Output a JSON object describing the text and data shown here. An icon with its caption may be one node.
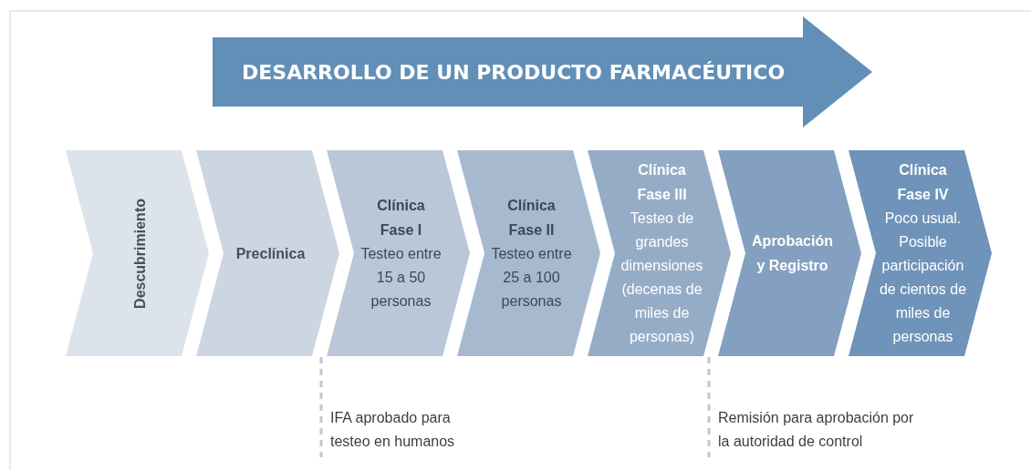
{
  "diagram": {
    "nodes": [
      {
        "text": [
          "DESARROLLO DE UN PRODUCTO FARMACÉUTICO"
        ]
      },
      {
        "text": [
          "Descubrimiento"
        ]
      },
      {
        "text": [
          "Preclínica"
        ]
      },
      {
        "text": [
          "Clínica Fase I",
          "Testeo entre 15 a 50 personas"
        ]
      },
      {
        "text": [
          "Clínica Fase II",
          "Testeo entre 25 a 100 personas"
        ]
      },
      {
        "text": [
          "Clínica Fase III",
          "Testeo de grandes dimensiones (decenas de miles de personas)"
        ]
      },
      {
        "text": [
          "Aprobación y Registro"
        ]
      },
      {
        "text": [
          "Clínica Fase IV",
          "Poco usual. Posible participación de cientos de miles de personas"
        ]
      }
    ],
    "labels": [
      "IFA aprobado para testeo en humanos",
      "Remisión para aprobación por la autoridad de control"
    ]
  }
}
